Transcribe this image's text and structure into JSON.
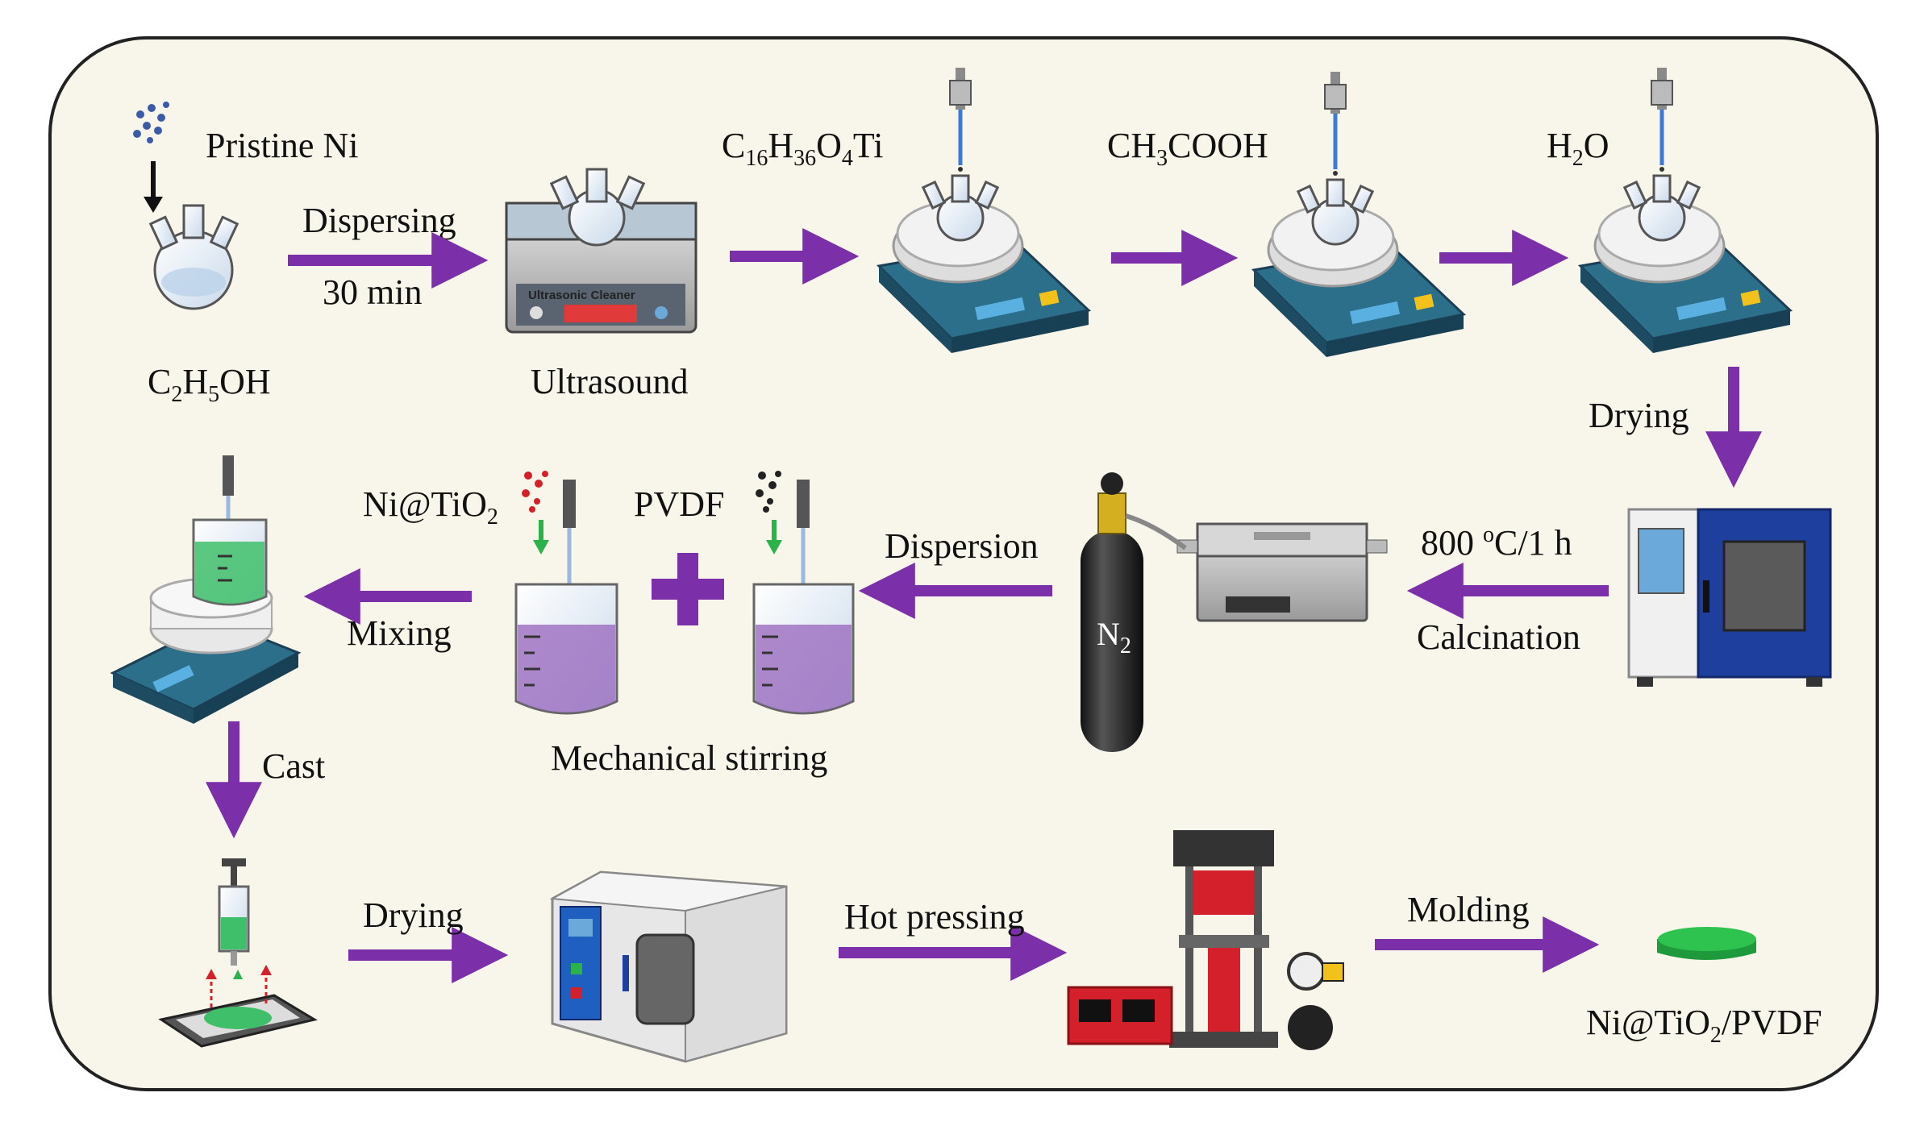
{
  "labels": {
    "pristine_ni": "Pristine Ni",
    "c2h5oh": {
      "a": "C",
      "b": "2",
      "c": "H",
      "d": "5",
      "e": "OH"
    },
    "dispersing": "Dispersing",
    "thirty_min": "30 min",
    "ultrasound": "Ultrasound",
    "ultrasonic_cleaner": "Ultrasonic Cleaner",
    "ti_precursor": {
      "a": "C",
      "b": "16",
      "c": "H",
      "d": "36",
      "e": "O",
      "f": "4",
      "g": "Ti"
    },
    "ch3cooh": {
      "a": "CH",
      "b": "3",
      "c": "COOH"
    },
    "h2o": {
      "a": "H",
      "b": "2",
      "c": "O"
    },
    "drying_top": "Drying",
    "temp": {
      "a": "800 ",
      "b": "o",
      "c": "C/1 h"
    },
    "calcination": "Calcination",
    "dispersion": "Dispersion",
    "n2": {
      "a": "N",
      "b": "2"
    },
    "ni_tio2": {
      "a": "Ni@TiO",
      "b": "2"
    },
    "pvdf": "PVDF",
    "mixing": "Mixing",
    "mechanical_stirring": "Mechanical stirring",
    "cast": "Cast",
    "drying_bottom": "Drying",
    "hot_pressing": "Hot pressing",
    "molding": "Molding",
    "product": {
      "a": "Ni@TiO",
      "b": "2",
      "c": "/PVDF"
    }
  },
  "colors": {
    "panel_bg": "#f8f6ea",
    "arrow": "#7b2fa8",
    "stirrer_teal": "#2b6f8a",
    "green_solution": "#3fbf6a",
    "purple_solution": "#9b6dbf",
    "oven_blue": "#1f3f9f",
    "press_red": "#d4202a",
    "product_green": "#2ec24f"
  },
  "icons": [
    "particle-icon",
    "flask-icon",
    "ultrasonic-cleaner-icon",
    "pipette-icon",
    "magnetic-stirrer-icon",
    "drying-oven-icon",
    "tube-furnace-icon",
    "gas-cylinder-icon",
    "beaker-icon",
    "syringe-icon",
    "mold-icon",
    "vacuum-oven-icon",
    "hot-press-icon",
    "product-disc-icon"
  ]
}
